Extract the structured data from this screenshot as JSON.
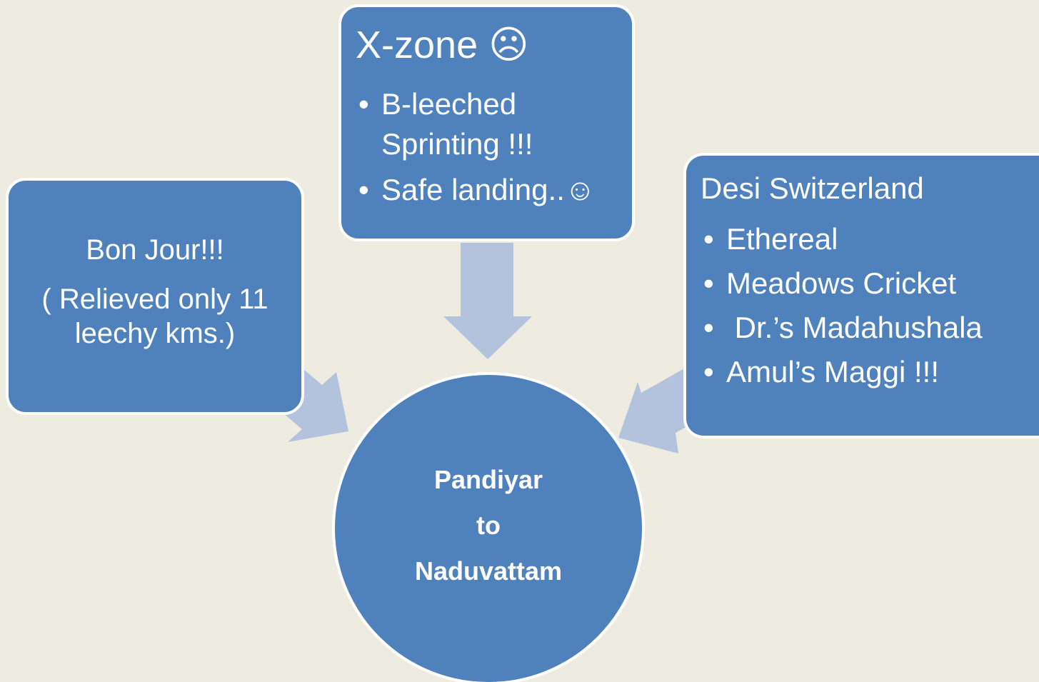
{
  "colors": {
    "background": "#EEEBE1",
    "box_fill": "#4F81BD",
    "box_border": "#FFFFFF",
    "arrow_fill": "#B3C3DE",
    "text": "#FFFFFF"
  },
  "left_box": {
    "title": "Bon Jour!!!",
    "subtitle": "( Relieved only 11 leechy kms.)"
  },
  "top_box": {
    "title": "X-zone ☹",
    "bullets": [
      "B-leeched Sprinting !!!",
      "Safe landing..☺"
    ]
  },
  "right_box": {
    "title": "Desi Switzerland",
    "bullets": [
      "Ethereal",
      "Meadows Cricket",
      " Dr.’s Madahushala",
      "Amul’s Maggi !!!"
    ]
  },
  "center": {
    "line1": "Pandiyar",
    "line2": "to",
    "line3": "Naduvattam"
  }
}
